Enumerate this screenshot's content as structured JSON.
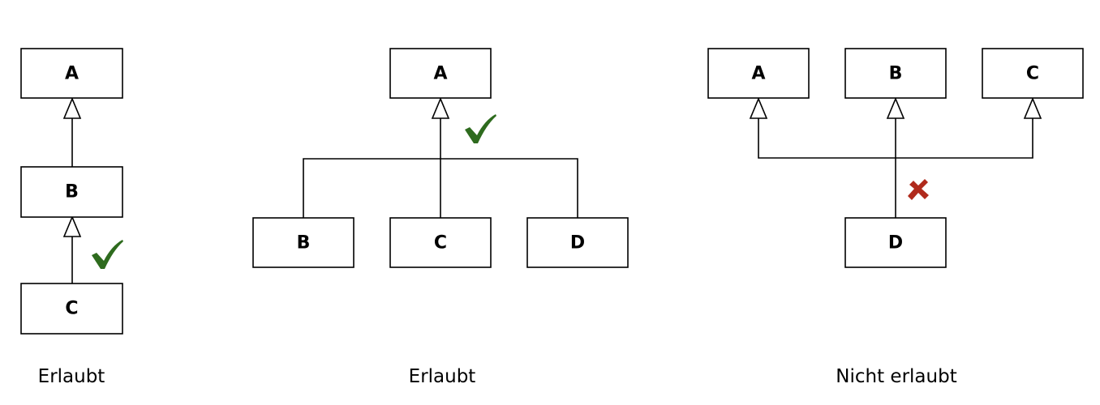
{
  "diagrams": [
    {
      "id": "d1",
      "caption": "Erlaubt",
      "verdict": "allowed",
      "classes": [
        "A",
        "B",
        "C"
      ]
    },
    {
      "id": "d2",
      "caption": "Erlaubt",
      "verdict": "allowed",
      "classes": [
        "A",
        "B",
        "C",
        "D"
      ]
    },
    {
      "id": "d3",
      "caption": "Nicht erlaubt",
      "verdict": "not-allowed",
      "classes": [
        "A",
        "B",
        "C",
        "D"
      ]
    }
  ],
  "colors": {
    "allowed": "#2e6b1e",
    "not_allowed": "#b02a1c"
  },
  "icons": {
    "allowed": "check-mark-icon",
    "not_allowed": "cross-mark-icon"
  }
}
